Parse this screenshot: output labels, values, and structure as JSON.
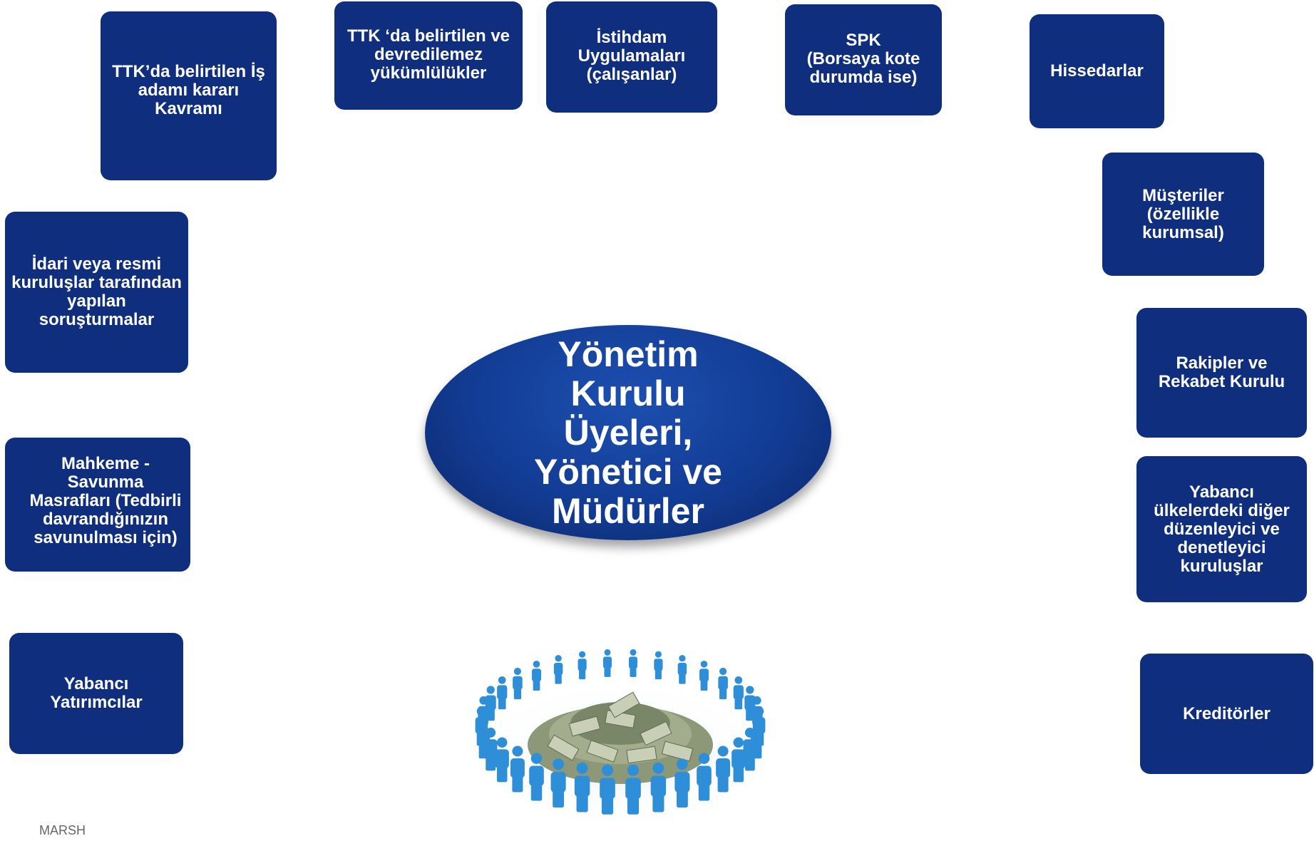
{
  "center": {
    "label": "Yönetim\nKurulu\nÜyeleri,\nYönetici ve\nMüdürler"
  },
  "nodes": [
    {
      "id": "ttk-is-adami",
      "label": "TTK’da belirtilen İş\nadamı kararı\nKavramı"
    },
    {
      "id": "ttk-yukumlulukler",
      "label": "TTK ‘da belirtilen ve\ndevredilemez\nyükümlülükler"
    },
    {
      "id": "istihdam",
      "label": "İstihdam\nUygulamaları\n(çalışanlar)"
    },
    {
      "id": "spk",
      "label": "SPK\n(Borsaya kote\ndurumda ise)"
    },
    {
      "id": "hissedarlar",
      "label": "Hissedarlar"
    },
    {
      "id": "musteriler",
      "label": "Müşteriler\n(özellikle\nkurumsal)"
    },
    {
      "id": "idari",
      "label": "İdari veya resmi\nkuruluşlar tarafından\nyapılan\nsoruşturmalar"
    },
    {
      "id": "rakipler",
      "label": "Rakipler ve\nRekabet Kurulu"
    },
    {
      "id": "mahkeme",
      "label": "Mahkeme - Savunma\nMasrafları (Tedbirli\ndavrandığınızın\nsavunulması için)"
    },
    {
      "id": "yabanci-kuruluslar",
      "label": "Yabancı\nülkelerdeki diğer\ndüzenleyici ve\ndenetleyici\nkuruluşlar"
    },
    {
      "id": "yabanci-yatirimcilar",
      "label": "Yabancı\nYatırımcılar"
    },
    {
      "id": "kreditorler",
      "label": "Kreditörler"
    }
  ],
  "footer": "MARSH",
  "colors": {
    "box": "#0f2e7d",
    "text": "#ffffff",
    "people": "#2e8fd8",
    "money": "#7d8a6a"
  }
}
